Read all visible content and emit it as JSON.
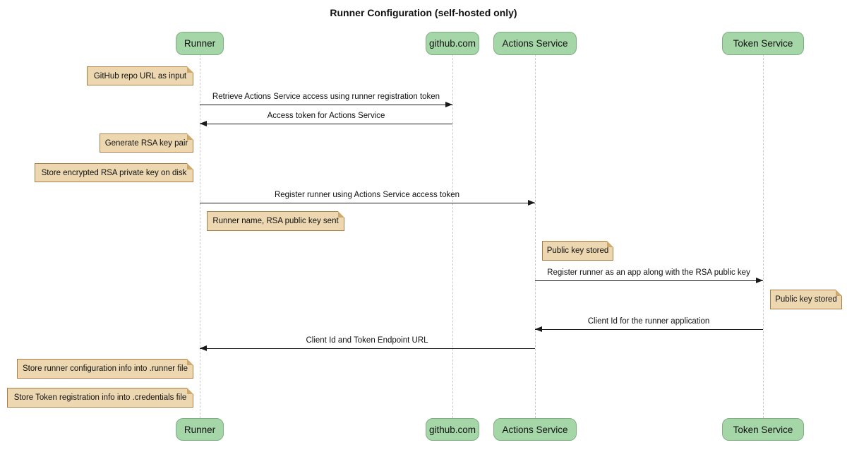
{
  "title": "Runner Configuration (self-hosted only)",
  "diagram_type": "sequence",
  "actors": {
    "runner": "Runner",
    "github": "github.com",
    "actions": "Actions Service",
    "token": "Token Service"
  },
  "messages": [
    {
      "label": "Retrieve Actions Service access using runner registration token",
      "from": "Runner",
      "to": "github.com",
      "arrow": "solid-filled"
    },
    {
      "label": "Access token for Actions Service",
      "from": "github.com",
      "to": "Runner",
      "arrow": "solid-filled"
    },
    {
      "label": "Register runner using Actions Service access token",
      "from": "Runner",
      "to": "Actions Service",
      "arrow": "solid-filled"
    },
    {
      "label": "Register runner as an app along with the RSA public key",
      "from": "Actions Service",
      "to": "Token Service",
      "arrow": "solid-filled"
    },
    {
      "label": "Client Id for the runner application",
      "from": "Token Service",
      "to": "Actions Service",
      "arrow": "solid-filled"
    },
    {
      "label": "Client Id and Token Endpoint URL",
      "from": "Actions Service",
      "to": "Runner",
      "arrow": "solid-filled"
    }
  ],
  "notes": [
    {
      "label": "GitHub repo URL as input",
      "position": "left of Runner"
    },
    {
      "label": "Generate RSA key pair",
      "position": "left of Runner"
    },
    {
      "label": "Store encrypted RSA private key on disk",
      "position": "left of Runner"
    },
    {
      "label": "Runner name, RSA public key sent",
      "position": "right of Runner"
    },
    {
      "label": "Public key stored",
      "position": "right of Actions Service"
    },
    {
      "label": "Public key stored",
      "position": "right of Token Service"
    },
    {
      "label": "Store runner configuration info into .runner file",
      "position": "left of Runner"
    },
    {
      "label": "Store Token registration info into .credentials file",
      "position": "left of Runner"
    }
  ],
  "colors": {
    "actor_fill": "#a5d6a7",
    "actor_border": "#7fae82",
    "note_fill": "#ecd7b1",
    "note_border": "#aa7d42",
    "lifeline": "#c9c9c9",
    "arrow": "#1a1a1a",
    "background": "#ffffff"
  }
}
